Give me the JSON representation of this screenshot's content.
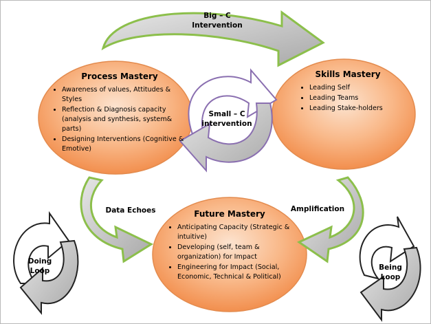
{
  "big_c": {
    "line1": "Big – C",
    "line2": "Intervention"
  },
  "small_c": {
    "line1": "Small – C",
    "line2": "intervention"
  },
  "process": {
    "title": "Process Mastery",
    "items": [
      "Awareness of values, Attitudes & Styles",
      "Reflection & Diagnosis capacity (analysis and synthesis, system& parts)",
      "Designing Interventions (Cognitive & Emotive)"
    ]
  },
  "skills": {
    "title": "Skills Mastery",
    "items": [
      "Leading Self",
      "Leading Teams",
      "Leading Stake-holders"
    ]
  },
  "future": {
    "title": "Future Mastery",
    "items": [
      "Anticipating Capacity (Strategic & intuitive)",
      "Developing (self, team & organization) for Impact",
      "Engineering for Impact (Social, Economic, Technical & Political)"
    ]
  },
  "data_echoes": "Data Echoes",
  "amplification": "Amplification",
  "doing_loop": {
    "line1": "Doing",
    "line2": "Loop"
  },
  "being_loop": {
    "line1": "Being",
    "line2": "Loop"
  },
  "colors": {
    "ellipse_fill": "#f7a36b",
    "ellipse_edge": "#e07a3a",
    "green_edge": "#8cbf4b",
    "purple_edge": "#8a6fb0",
    "arrow_fill": "#c8c8c8"
  }
}
